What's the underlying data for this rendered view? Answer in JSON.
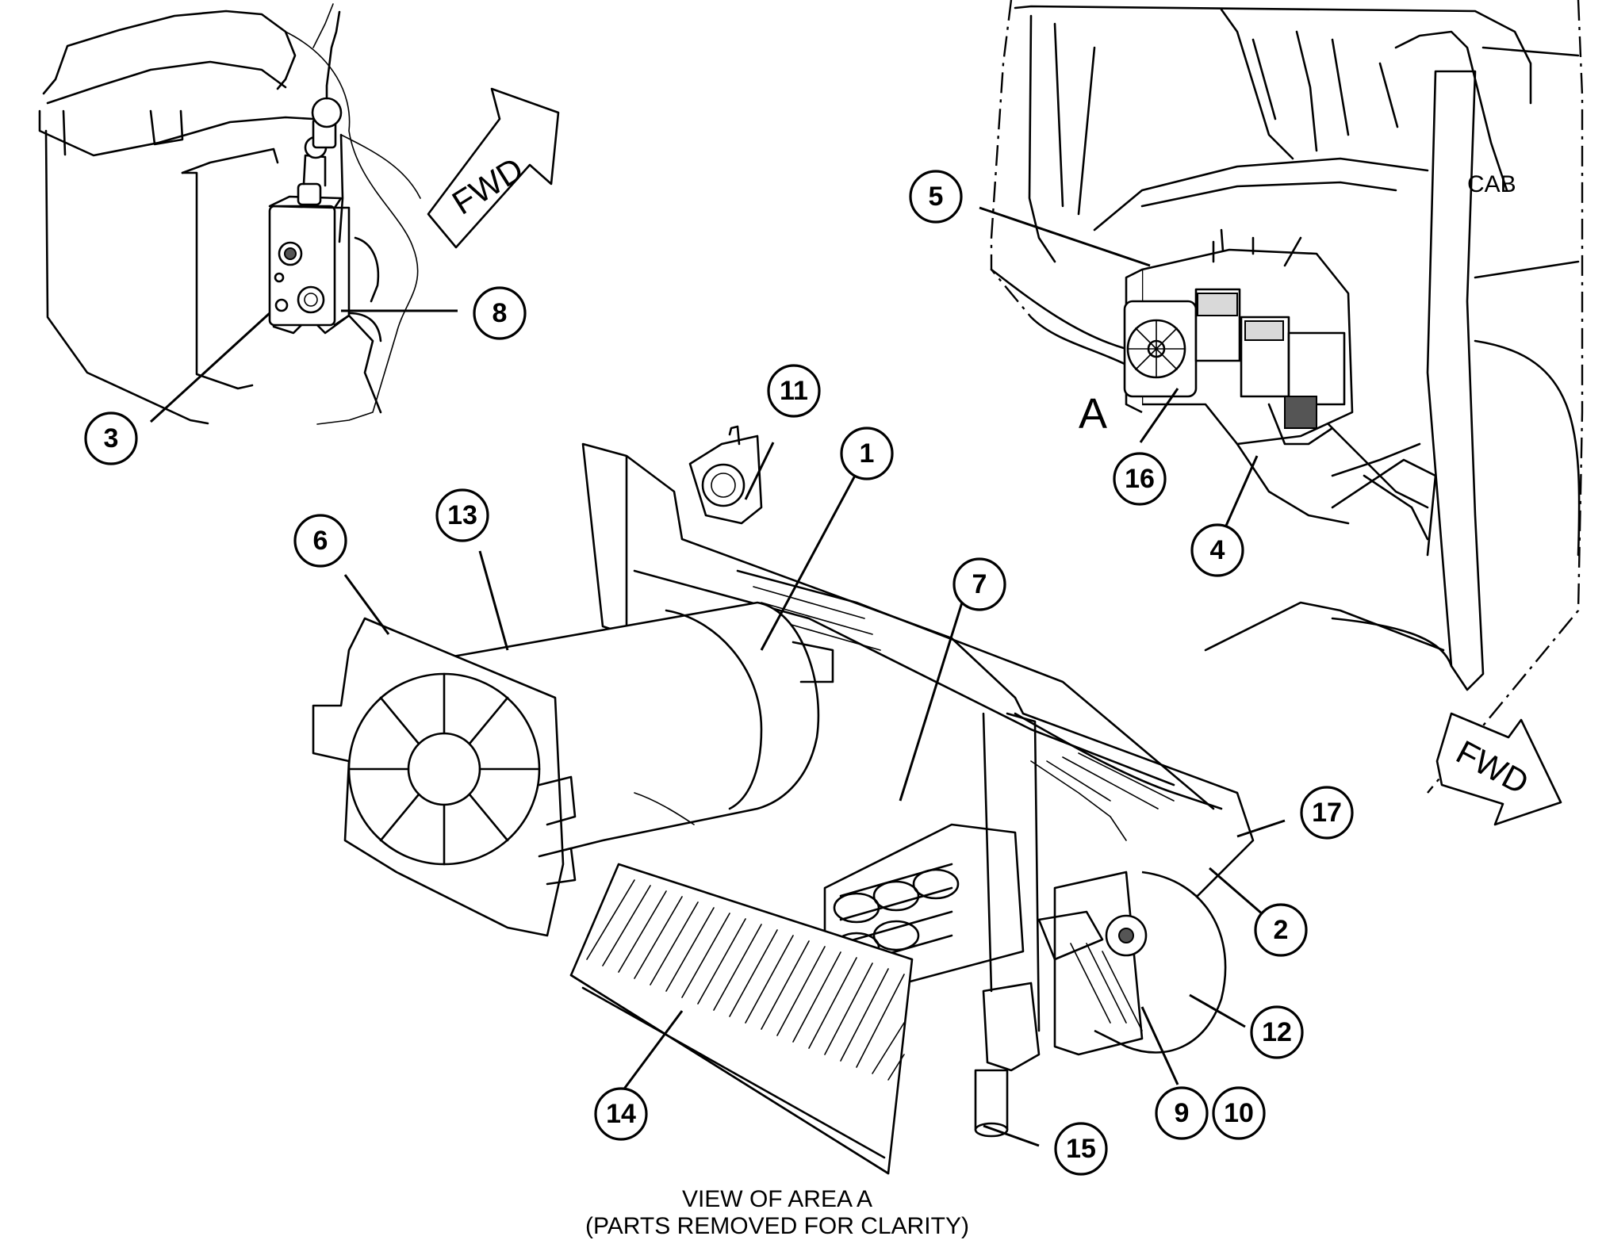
{
  "labels": {
    "cab": "CAB",
    "area": "A",
    "fwd_top": "FWD",
    "fwd_right": "FWD"
  },
  "callouts": [
    "1",
    "2",
    "3",
    "4",
    "5",
    "6",
    "7",
    "8",
    "9",
    "10",
    "11",
    "12",
    "13",
    "14",
    "15",
    "16",
    "17"
  ],
  "caption": {
    "line1": "VIEW OF AREA A",
    "line2": "(PARTS REMOVED FOR CLARITY)"
  }
}
